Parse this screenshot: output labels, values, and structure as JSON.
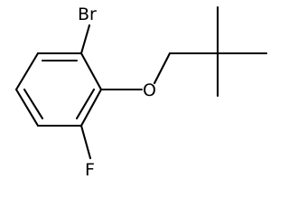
{
  "molecule": {
    "atoms": {
      "bromine": "Br",
      "oxygen": "O",
      "fluorine": "F"
    },
    "colors": {
      "bond": "#000000",
      "label": "#000000",
      "background": "#ffffff"
    }
  }
}
